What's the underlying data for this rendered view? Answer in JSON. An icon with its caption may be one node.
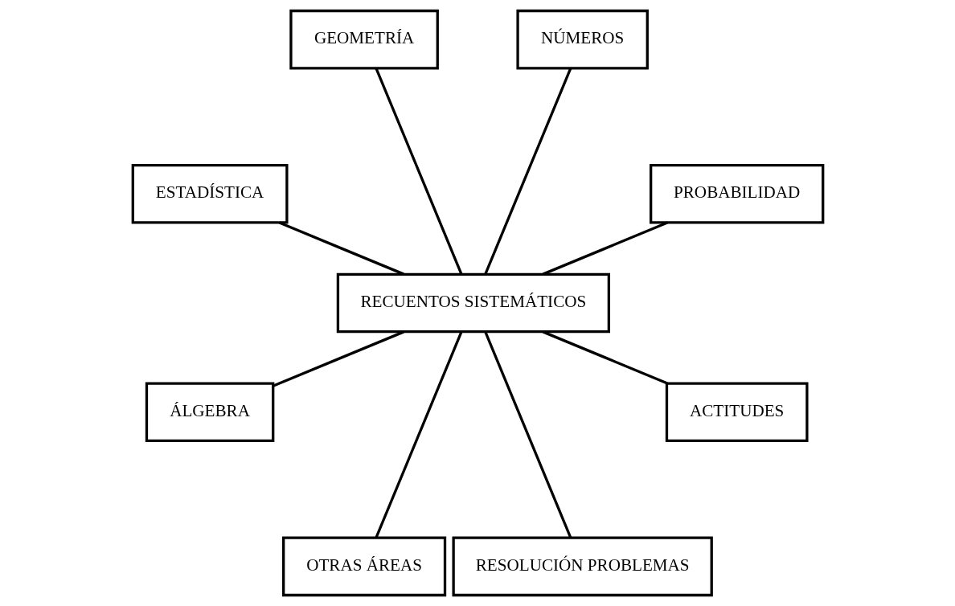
{
  "diagram": {
    "nodes": [
      {
        "text": [
          "PROBABILIDAD"
        ]
      },
      {
        "text": [
          "NÚMEROS"
        ]
      },
      {
        "text": [
          "GEOMETRÍA"
        ]
      },
      {
        "text": [
          "RECUENTOS SISTEMÁTICOS"
        ]
      },
      {
        "text": [
          "ESTADÍSTICA"
        ]
      },
      {
        "text": [
          "ÁLGEBRA"
        ]
      },
      {
        "text": [
          "OTRAS ÁREAS"
        ]
      },
      {
        "text": [
          "RESOLUCIÓN PROBLEMAS"
        ]
      },
      {
        "text": [
          "ACTITUDES"
        ]
      }
    ],
    "edges": [
      {
        "from": 3,
        "to": 0,
        "arrow": "none"
      },
      {
        "from": 3,
        "to": 1,
        "arrow": "none"
      },
      {
        "from": 3,
        "to": 2,
        "arrow": "none"
      },
      {
        "from": 3,
        "to": 4,
        "arrow": "none"
      },
      {
        "from": 3,
        "to": 5,
        "arrow": "none"
      },
      {
        "from": 3,
        "to": 6,
        "arrow": "none"
      },
      {
        "from": 3,
        "to": 7,
        "arrow": "none"
      },
      {
        "from": 3,
        "to": 8,
        "arrow": "none"
      }
    ]
  }
}
